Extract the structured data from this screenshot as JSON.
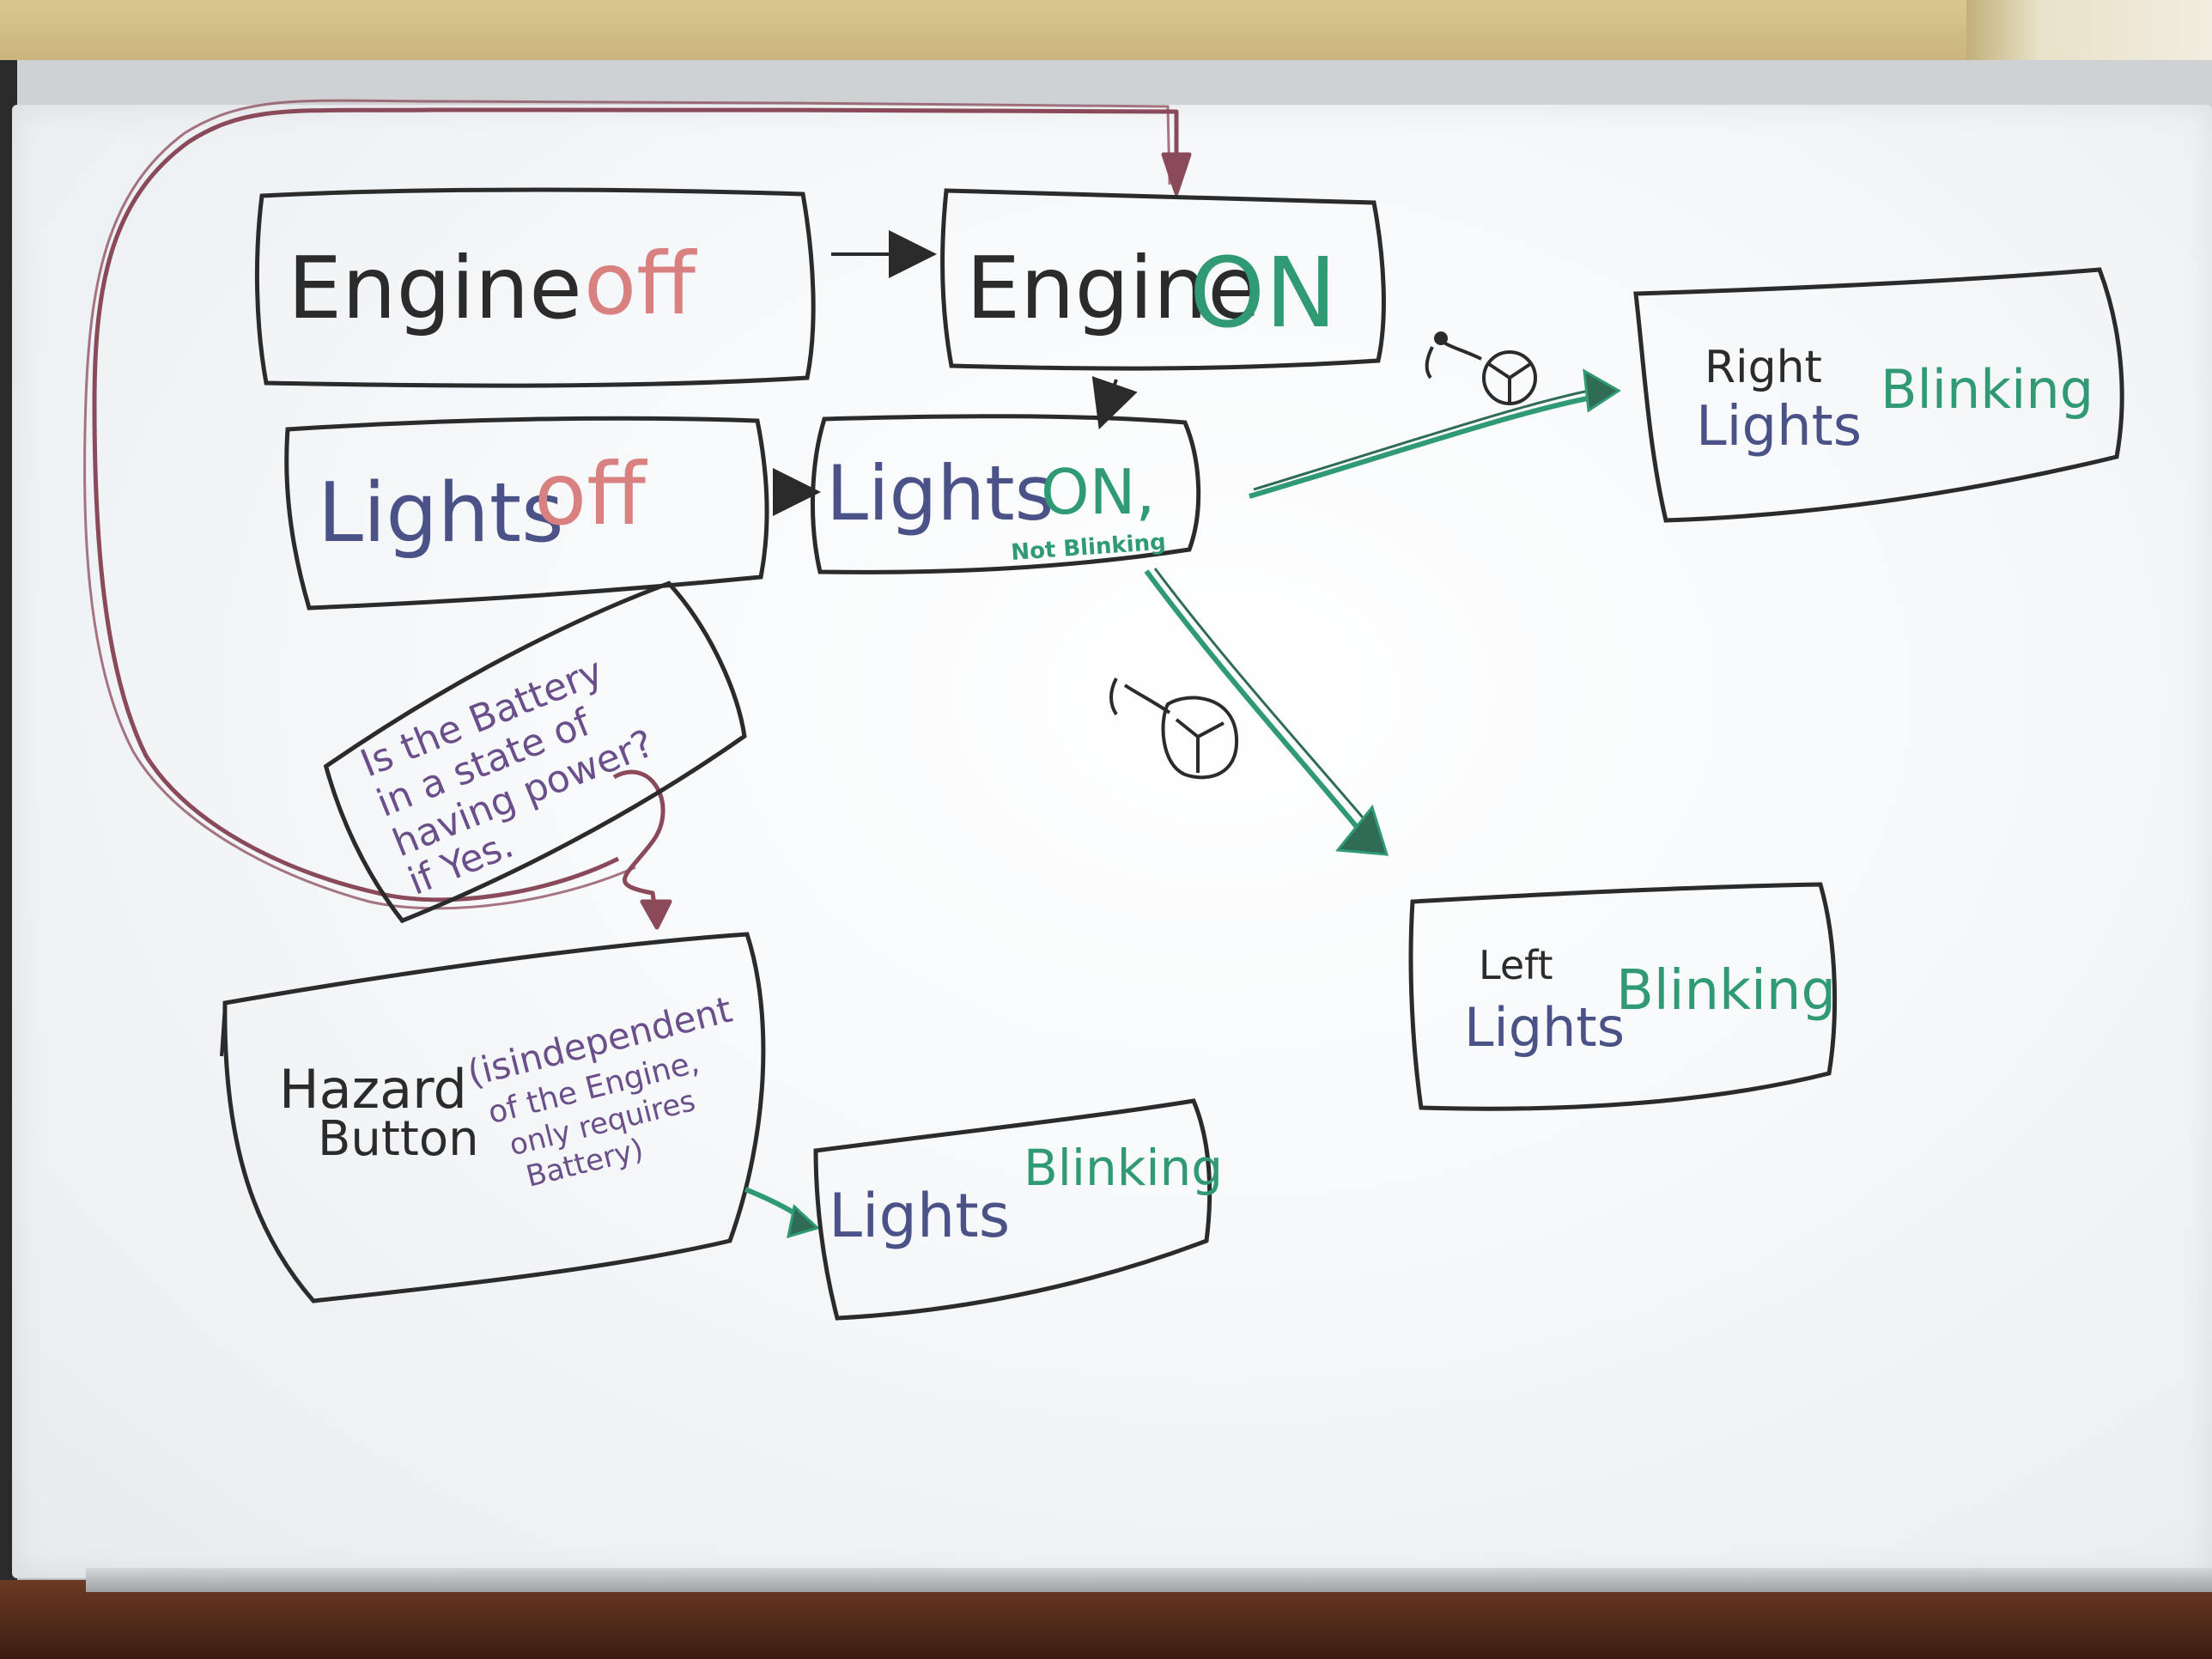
{
  "nodes": {
    "engine_off": {
      "word": "Engine",
      "state": "off"
    },
    "engine_on": {
      "word": "Engine",
      "state": "ON"
    },
    "lights_off": {
      "word": "Lights",
      "state": "off"
    },
    "lights_on": {
      "word": "Lights",
      "state": "ON,",
      "note": "Not Blinking"
    },
    "right_blinking": {
      "side": "Right",
      "word": "Lights",
      "state": "Blinking"
    },
    "left_blinking": {
      "side": "Left",
      "word": "Lights",
      "state": "Blinking"
    },
    "battery_question": {
      "lines": [
        "Is the Battery",
        "in a state of",
        "having power?",
        "if Yes."
      ]
    },
    "hazard": {
      "line1": "Hazard",
      "line2": "Button",
      "note_lines": [
        "(isindependent",
        "of the Engine,",
        "only requires",
        "Battery)"
      ]
    },
    "hazard_lights": {
      "word": "Lights",
      "state": "Blinking"
    }
  },
  "colors": {
    "ink_black": "#2b2b2b",
    "ink_red": "#d98080",
    "ink_green": "#2f9a73",
    "ink_blue": "#4a5288",
    "ink_purple": "#6a4f8a",
    "ink_maroon": "#8a4a5a"
  }
}
